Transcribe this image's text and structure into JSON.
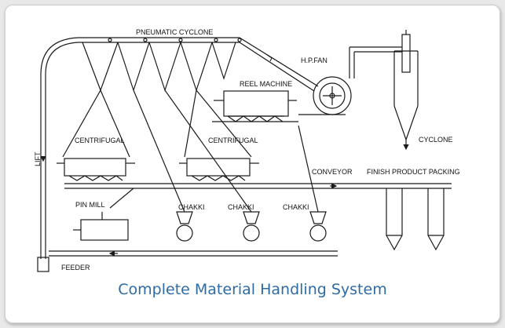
{
  "labels": {
    "pneumatic_cyclone": "PNEUMATIC CYCLONE",
    "hp_fan": "H.P.FAN",
    "reel_machine": "REEL MACHINE",
    "centrifugal_left": "CENTRIFUGAL",
    "centrifugal_right": "CENTRIFUGAL",
    "cyclone": "CYCLONE",
    "lift": "LIFT",
    "conveyor": "CONVEYOR",
    "finish_product_packing": "FINISH PRODUCT PACKING",
    "pin_mill": "PIN MILL",
    "chakki_1": "CHAKKI",
    "chakki_2": "CHAKKI",
    "chakki_3": "CHAKKI",
    "feeder": "FEEDER"
  },
  "caption": "Complete Material Handling System",
  "colors": {
    "line": "#1a1a1a",
    "caption": "#2e6ba6"
  }
}
